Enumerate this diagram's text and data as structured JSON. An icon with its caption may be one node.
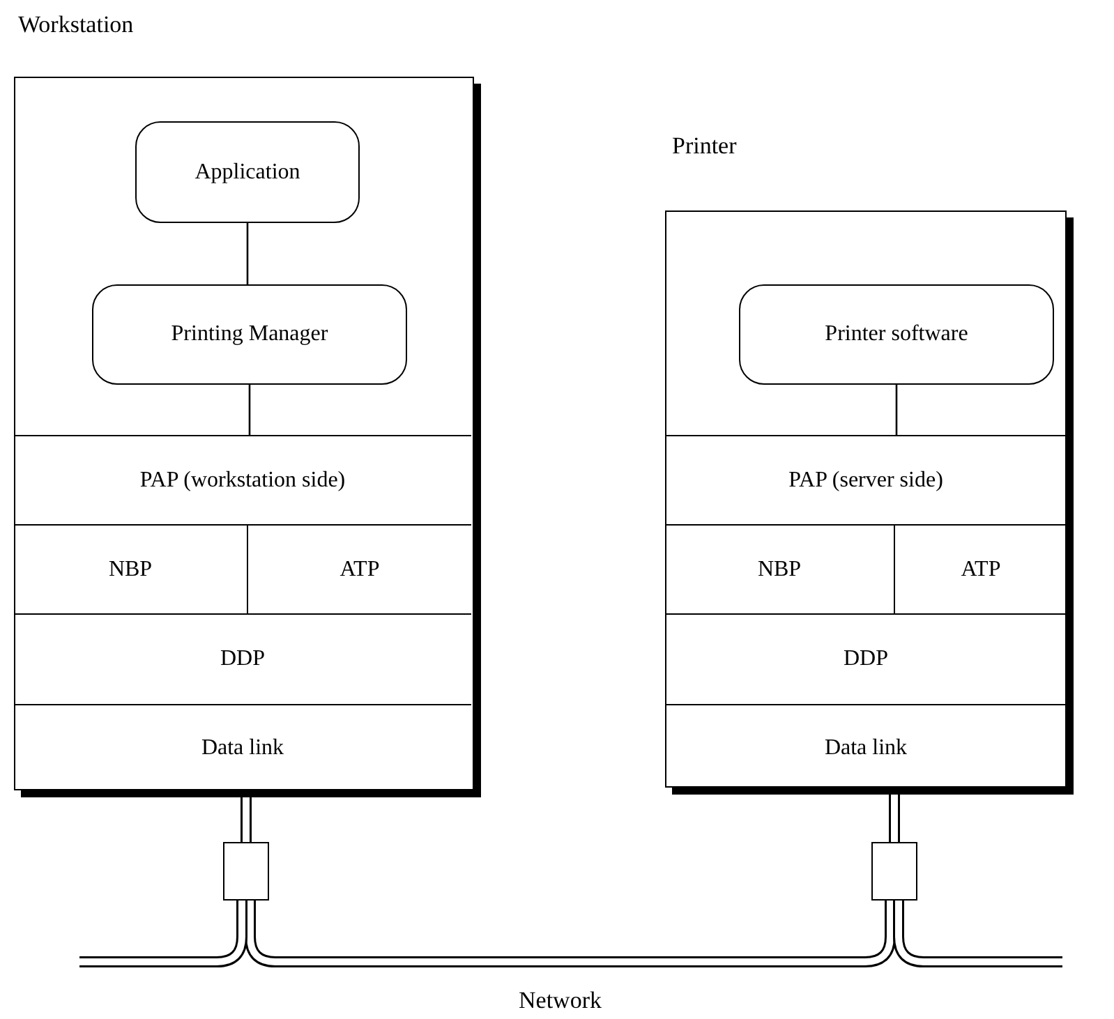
{
  "diagram": {
    "nodes": [
      {
        "text": [
          "Workstation"
        ]
      },
      {
        "text": [
          "Application"
        ],
        "in": 0
      },
      {
        "text": [
          "Printing Manager"
        ],
        "in": 0
      },
      {
        "text": [
          "PAP (workstation side)"
        ],
        "in": 0
      },
      {
        "text": [
          "NBP"
        ],
        "in": 0
      },
      {
        "text": [
          "ATP"
        ],
        "in": 0
      },
      {
        "text": [
          "DDP"
        ],
        "in": 0
      },
      {
        "text": [
          "Data link"
        ],
        "in": 0
      },
      {
        "text": [
          "Printer"
        ]
      },
      {
        "text": [
          "Printer software"
        ],
        "in": 8
      },
      {
        "text": [
          "PAP (server side)"
        ],
        "in": 8
      },
      {
        "text": [
          "NBP"
        ],
        "in": 8
      },
      {
        "text": [
          "ATP"
        ],
        "in": 8
      },
      {
        "text": [
          "DDP"
        ],
        "in": 8
      },
      {
        "text": [
          "Data link"
        ],
        "in": 8
      },
      {
        "text": [],
        "shape": "box"
      },
      {
        "text": [],
        "shape": "box"
      }
    ],
    "edges": [
      {
        "from": 1,
        "to": 2,
        "arrow": "none"
      },
      {
        "from": 2,
        "to": 3,
        "arrow": "none"
      },
      {
        "from": 9,
        "to": 10,
        "arrow": "none"
      },
      {
        "from": 7,
        "to": 15,
        "arrow": "none"
      },
      {
        "from": 14,
        "to": 16,
        "arrow": "none"
      },
      {
        "from": 15,
        "to": 16,
        "arrow": "none"
      },
      {
        "from": 15,
        "to": null,
        "arrow": "none"
      },
      {
        "from": 16,
        "to": null,
        "arrow": "none"
      }
    ],
    "labels": [
      "Network"
    ]
  }
}
